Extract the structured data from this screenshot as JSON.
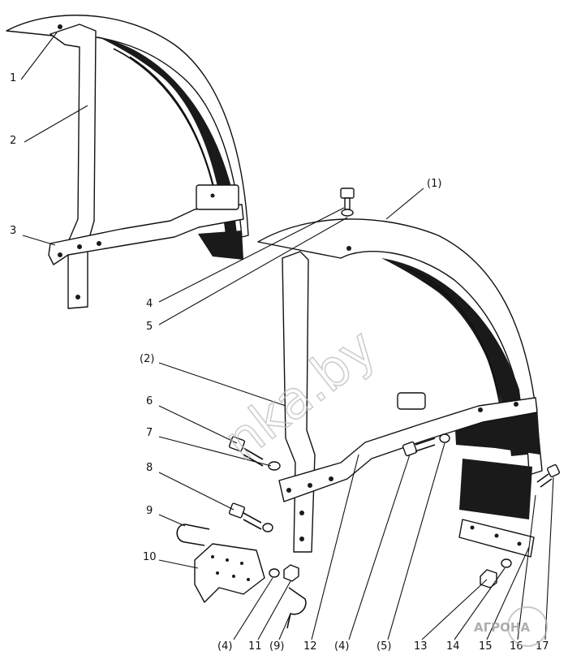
{
  "labels": [
    {
      "id": "1",
      "text": "1"
    },
    {
      "id": "2",
      "text": "2"
    },
    {
      "id": "3",
      "text": "3"
    },
    {
      "id": "4",
      "text": "4"
    },
    {
      "id": "5",
      "text": "5"
    },
    {
      "id": "p2",
      "text": "(2)"
    },
    {
      "id": "p1",
      "text": "(1)"
    },
    {
      "id": "6",
      "text": "6"
    },
    {
      "id": "7",
      "text": "7"
    },
    {
      "id": "8",
      "text": "8"
    },
    {
      "id": "9",
      "text": "9"
    },
    {
      "id": "10",
      "text": "10"
    },
    {
      "id": "b4a",
      "text": "(4)"
    },
    {
      "id": "b11",
      "text": "11"
    },
    {
      "id": "b9",
      "text": "(9)"
    },
    {
      "id": "b12",
      "text": "12"
    },
    {
      "id": "b4b",
      "text": "(4)"
    },
    {
      "id": "b5",
      "text": "(5)"
    },
    {
      "id": "b13",
      "text": "13"
    },
    {
      "id": "b14",
      "text": "14"
    },
    {
      "id": "b15",
      "text": "15"
    },
    {
      "id": "b16",
      "text": "16"
    },
    {
      "id": "b17",
      "text": "17"
    }
  ],
  "watermark": "nka.by",
  "logo": "АГРОНА"
}
